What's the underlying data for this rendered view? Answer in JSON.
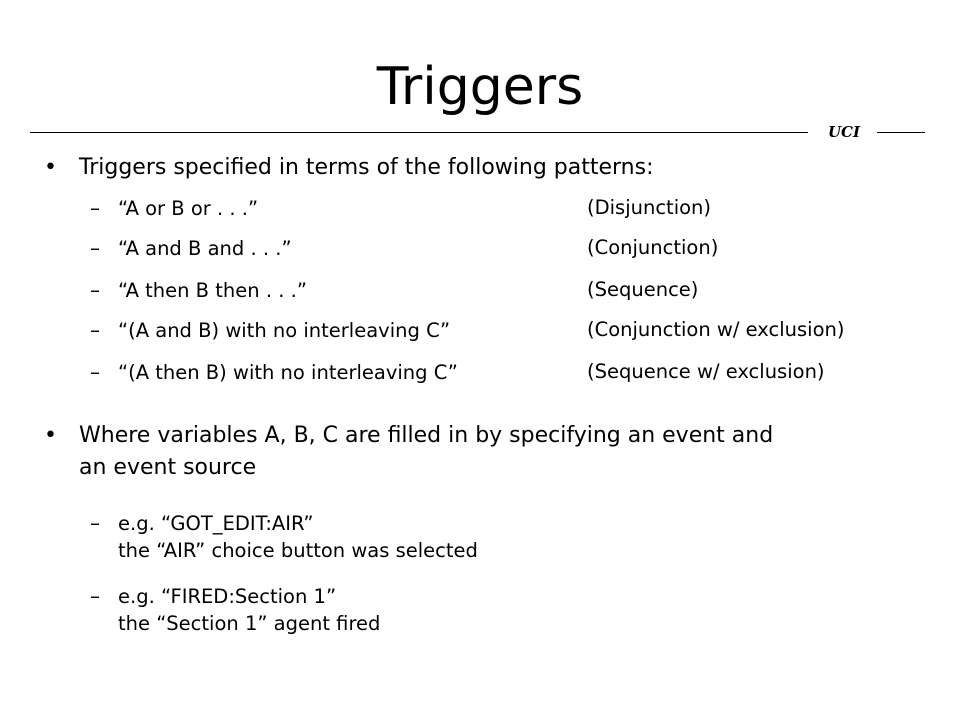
{
  "title": "Triggers",
  "header_label": "UCI",
  "bullets": [
    {
      "symbol": "•",
      "text": "Triggers specified in terms of the following patterns:",
      "dash": "–",
      "subitems": [
        {
          "pattern": "“A or B or . . .”",
          "note": "(Disjunction)"
        },
        {
          "pattern": "“A and B and . . .”",
          "note": "(Conjunction)"
        },
        {
          "pattern": "“A then B then . . .”",
          "note": "(Sequence)"
        },
        {
          "pattern": "“(A and B) with no interleaving C”",
          "note": "(Conjunction w/ exclusion)"
        },
        {
          "pattern": "“(A then B) with no interleaving C”",
          "note": "(Sequence w/ exclusion)"
        }
      ]
    },
    {
      "symbol": "•",
      "line1": "Where variables A, B, C are filled in by specifying an event and",
      "line2": "an event source",
      "dash": "–",
      "examples": [
        {
          "line1": "e.g. “GOT_EDIT:AIR”",
          "line2": "the “AIR” choice button was selected"
        },
        {
          "line1": "e.g. “FIRED:Section 1”",
          "line2": "the “Section 1” agent fired"
        }
      ]
    }
  ]
}
